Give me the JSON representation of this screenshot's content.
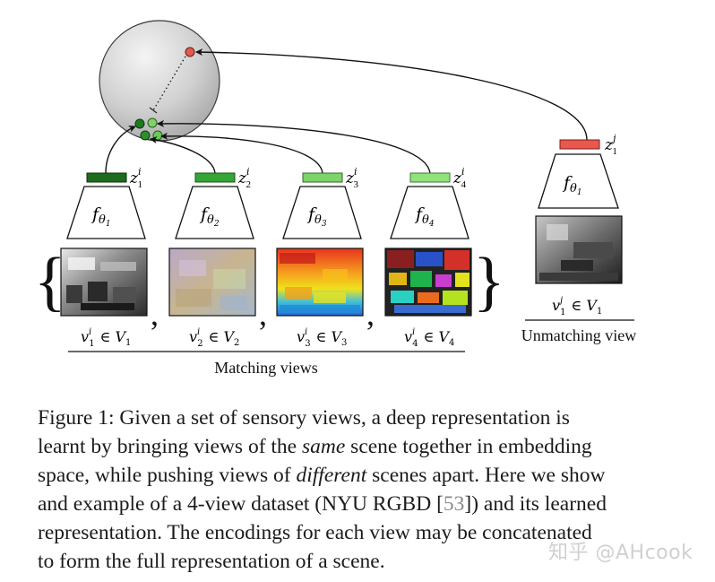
{
  "figure": {
    "encoders": [
      {
        "f": "f",
        "theta": "θ",
        "idx": "1",
        "z": "z",
        "zsup": "i",
        "zsub": "1",
        "color": "#1e6b1e"
      },
      {
        "f": "f",
        "theta": "θ",
        "idx": "2",
        "z": "z",
        "zsup": "i",
        "zsub": "2",
        "color": "#35a535"
      },
      {
        "f": "f",
        "theta": "θ",
        "idx": "3",
        "z": "z",
        "zsup": "i",
        "zsub": "3",
        "color": "#7ed36b"
      },
      {
        "f": "f",
        "theta": "θ",
        "idx": "4",
        "z": "z",
        "zsup": "i",
        "zsub": "4",
        "color": "#8fe27c"
      }
    ],
    "views": [
      {
        "v": "v",
        "sup": "i",
        "sub": "1",
        "rel": "∈",
        "set": "V",
        "setsub": "1"
      },
      {
        "v": "v",
        "sup": "i",
        "sub": "2",
        "rel": "∈",
        "set": "V",
        "setsub": "2"
      },
      {
        "v": "v",
        "sup": "i",
        "sub": "3",
        "rel": "∈",
        "set": "V",
        "setsub": "3"
      },
      {
        "v": "v",
        "sup": "i",
        "sub": "4",
        "rel": "∈",
        "set": "V",
        "setsub": "4"
      }
    ],
    "matching_label": "Matching views",
    "unmatch": {
      "f": "f",
      "theta": "θ",
      "idx": "1",
      "z": "z",
      "zsup": "j",
      "zsub": "1",
      "color": "#e8584e",
      "v": "v",
      "vsup": "j",
      "vsub": "1",
      "rel": "∈",
      "set": "V",
      "setsub": "1",
      "label": "Unmatching view"
    },
    "colors": {
      "sphere": "#d4d4d4",
      "point_red": "#e25a4f",
      "point_dark_green": "#1f7a1f",
      "point_light_green": "#7ed36b"
    }
  },
  "caption": {
    "lines": [
      {
        "prefix": "Figure 1: ",
        "text": "Given a set of sensory views, a deep representation is"
      },
      {
        "text_before": "learnt by bringing views of the ",
        "em": "same",
        "text_after": " scene together in embedding"
      },
      {
        "text_before": "space, while pushing views of ",
        "em": "different",
        "text_after": " scenes apart. Here we show"
      },
      {
        "text_before": "and example of a 4-view dataset (NYU RGBD [",
        "cite": "53",
        "text_after": "]) and its learned"
      },
      {
        "text": "representation. The encodings for each view may be concatenated"
      },
      {
        "text": "to form the full representation of a scene."
      }
    ]
  },
  "watermark": "知乎 @AHcook"
}
